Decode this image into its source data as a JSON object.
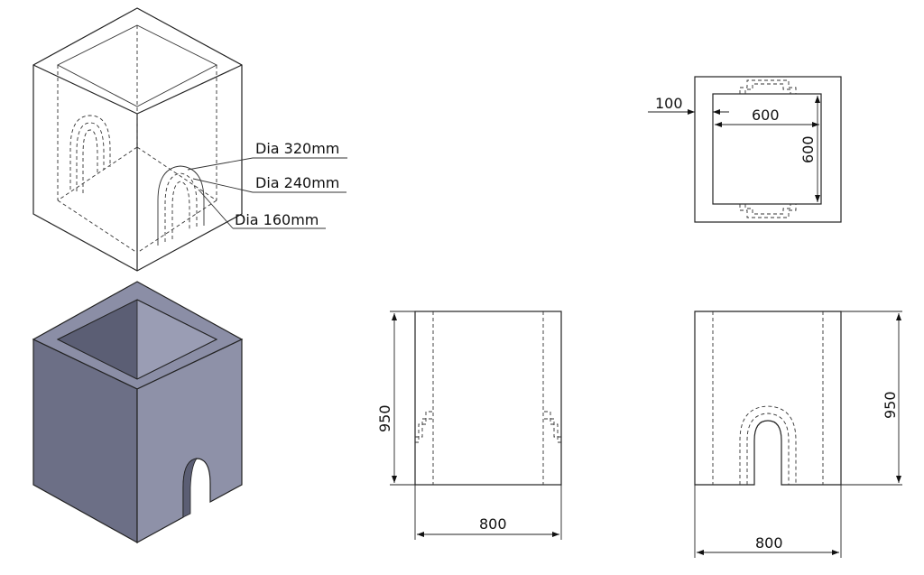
{
  "callouts": {
    "dia_320": "Dia 320mm",
    "dia_240": "Dia 240mm",
    "dia_160": "Dia 160mm"
  },
  "top_view": {
    "wall": "100",
    "inner_width": "600",
    "inner_depth": "600"
  },
  "side_view": {
    "height": "950",
    "width": "800"
  },
  "front_view": {
    "height": "950",
    "width": "800"
  },
  "colors": {
    "solid_top": "#8b8ea6",
    "solid_left": "#6c6f86",
    "solid_right": "#8e91a8",
    "solid_inner_dark": "#5b5e74",
    "solid_inner_light": "#9a9db4"
  }
}
